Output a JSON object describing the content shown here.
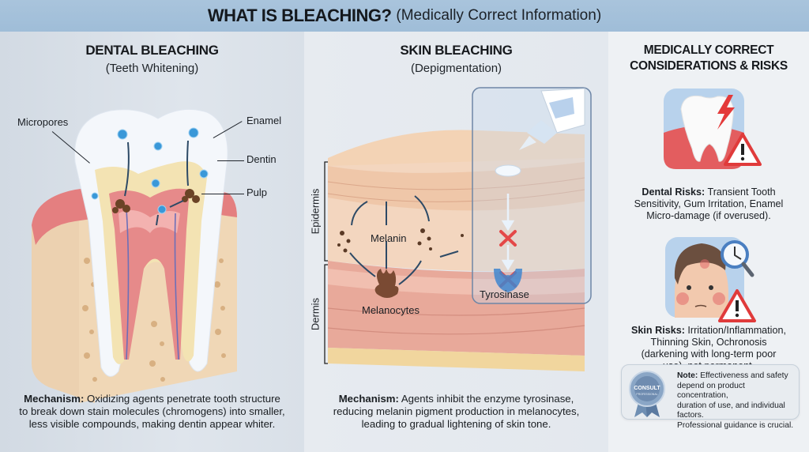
{
  "header": {
    "title_bold": "WHAT IS BLEACHING?",
    "title_regular": "(Medically Correct Information)"
  },
  "dental": {
    "title": "DENTAL BLEACHING",
    "subtitle": "(Teeth Whitening)",
    "labels": {
      "micropores": "Micropores",
      "enamel": "Enamel",
      "dentin": "Dentin",
      "pulp": "Pulp"
    },
    "mechanism_label": "Mechanism:",
    "mechanism_lines": [
      "Oxidizing agents penetrate tooth structure",
      "to break down stain molecules (chromogens) into smaller,",
      "less visible compounds, making dentin appear whiter."
    ]
  },
  "skin": {
    "title": "SKIN BLEACHING",
    "subtitle": "(Depigmentation)",
    "labels": {
      "epidermis": "Epidermis",
      "dermis": "Dermis",
      "melanin": "Melanin",
      "melanocytes": "Melanocytes",
      "tyrosinase": "Tyrosinase"
    },
    "mechanism_label": "Mechanism:",
    "mechanism_lines": [
      "Agents inhibit the enzyme tyrosinase,",
      "reducing melanin pigment production in melanocytes,",
      "leading to gradual lightening of skin tone."
    ]
  },
  "risks": {
    "title_line1": "MEDICALLY CORRECT",
    "title_line2": "CONSIDERATIONS & RISKS",
    "dental_label": "Dental Risks:",
    "dental_lines": [
      "Transient Tooth",
      "Sensitivity, Gum Irritation, Enamel",
      "Micro-damage (if overused)."
    ],
    "skin_label": "Skin Risks:",
    "skin_lines": [
      "Irritation/Inflammation,",
      "Thinning Skin, Ochronosis",
      "(darkening with long-term poor",
      "use), not permanent."
    ],
    "note": {
      "badge_text": "CONSULT",
      "badge_subtext": "PROFESSIONAL",
      "label": "Note:",
      "lines": [
        "Effectiveness and safety",
        "depend on product concentration,",
        "duration of use, and individual factors.",
        "Professional guidance is crucial."
      ]
    }
  },
  "colors": {
    "header_bg": "#a4c1da",
    "gum": "#e27b7b",
    "dentin": "#f3e3b3",
    "enamel": "#f4f7fb",
    "molecule": "#3a98d8",
    "stain": "#6b4326",
    "skin": "#efc7a8",
    "dermis": "#e8a99a",
    "warning_red": "#e03b3b",
    "inhibit_red": "#e44848"
  }
}
